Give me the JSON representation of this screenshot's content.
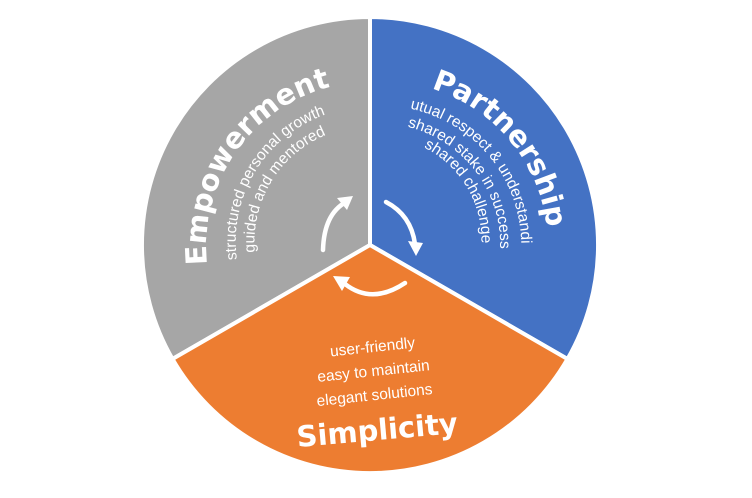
{
  "colors": {
    "empowerment": "#a6a6a6",
    "partnership": "#4472c4",
    "simplicity": "#ed7d31"
  },
  "segments": {
    "empowerment": {
      "title": "Empowerment",
      "lines": [
        "structured personal growth",
        "guided and mentored"
      ]
    },
    "partnership": {
      "title": "Partnership",
      "lines": [
        "mutual respect & understanding",
        "shared stake in success",
        "shared challenge"
      ]
    },
    "simplicity": {
      "title": "Simplicity",
      "lines": [
        "user-friendly",
        "easy to maintain",
        "elegant solutions"
      ]
    }
  },
  "icons": [
    "cycle-arrow-icon",
    "cycle-arrow-icon",
    "cycle-arrow-icon"
  ]
}
